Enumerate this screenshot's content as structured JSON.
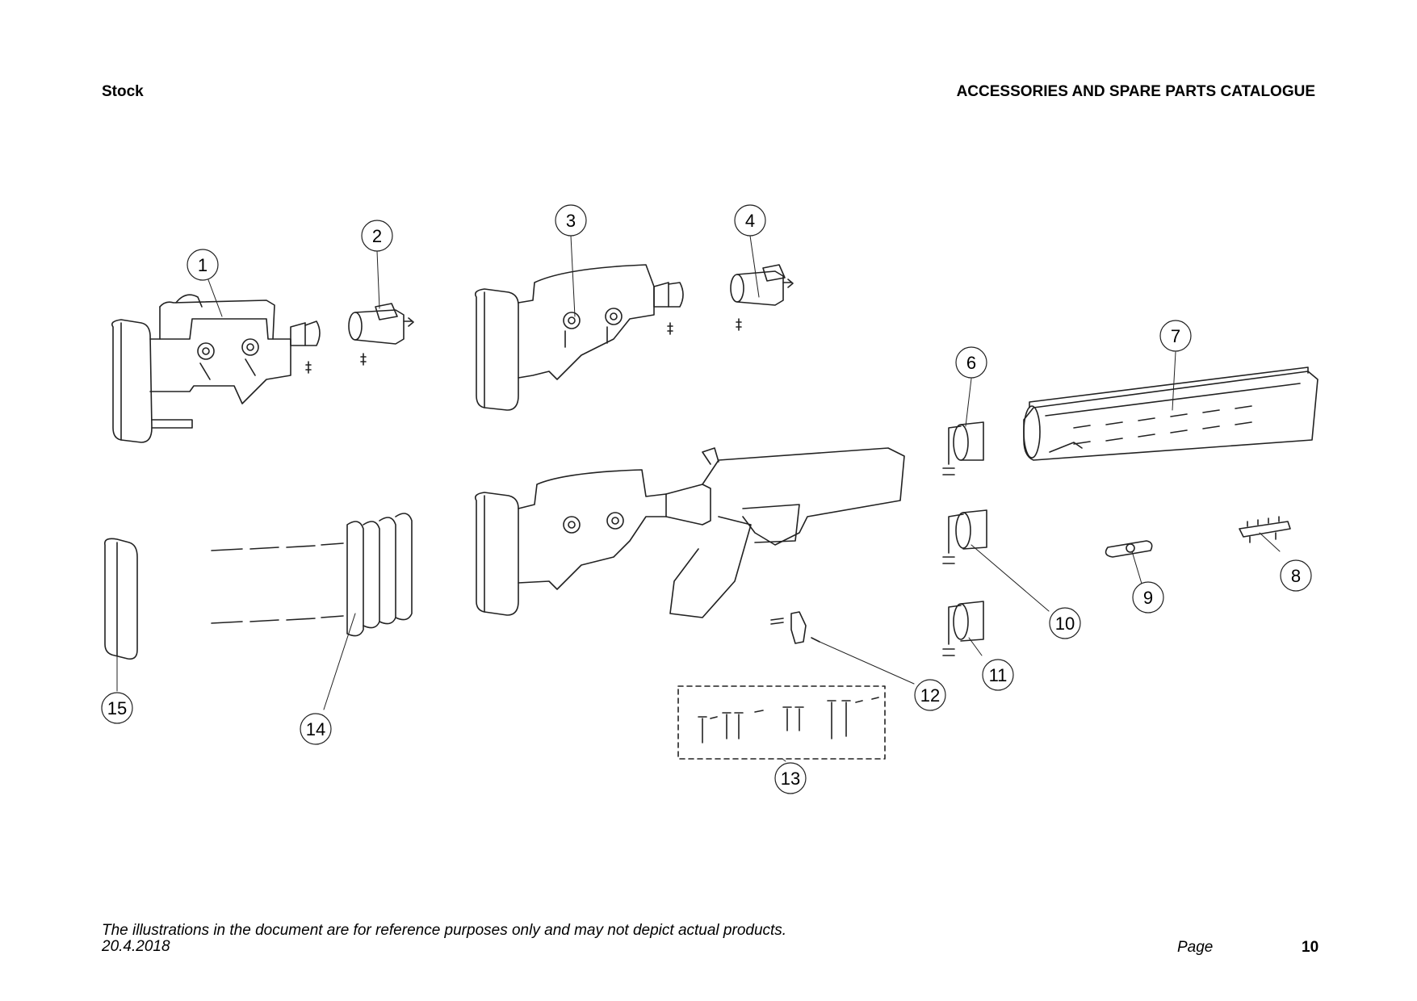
{
  "header": {
    "section": "Stock",
    "catalogue_title": "ACCESSORIES AND SPARE PARTS CATALOGUE"
  },
  "callouts": [
    "1",
    "2",
    "3",
    "4",
    "6",
    "7",
    "8",
    "9",
    "10",
    "11",
    "12",
    "13",
    "14",
    "15"
  ],
  "footer": {
    "disclaimer": "The illustrations in the document are for reference purposes only and may not depict actual products.",
    "date": "20.4.2018",
    "page_label": "Page",
    "page_number": "10"
  }
}
